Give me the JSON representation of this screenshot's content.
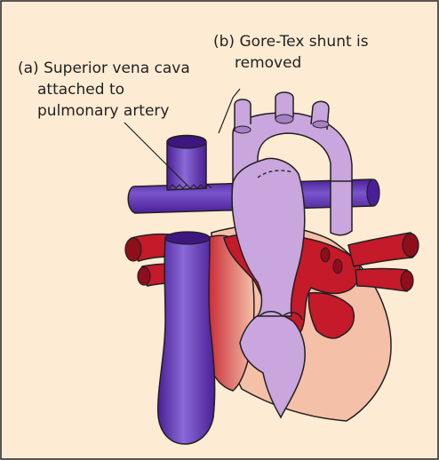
{
  "colors": {
    "background": "#fdebd3",
    "border": "#231f20",
    "vein_purple": "#5b2ca8",
    "vein_purple_light": "#8a6ad6",
    "artery_lilac": "#c9a6de",
    "artery_lilac_dark": "#a67fc5",
    "blood_red": "#c41a2a",
    "blood_red_dark": "#8e0e1c",
    "heart_pink": "#f5c0a8",
    "heart_pink_light": "#fad4c2"
  },
  "annotations": {
    "a": {
      "lines": [
        "(a) Superior vena cava",
        "attached to",
        "pulmonary artery"
      ]
    },
    "b": {
      "lines": [
        "(b) Gore-Tex shunt is",
        "removed"
      ]
    }
  }
}
